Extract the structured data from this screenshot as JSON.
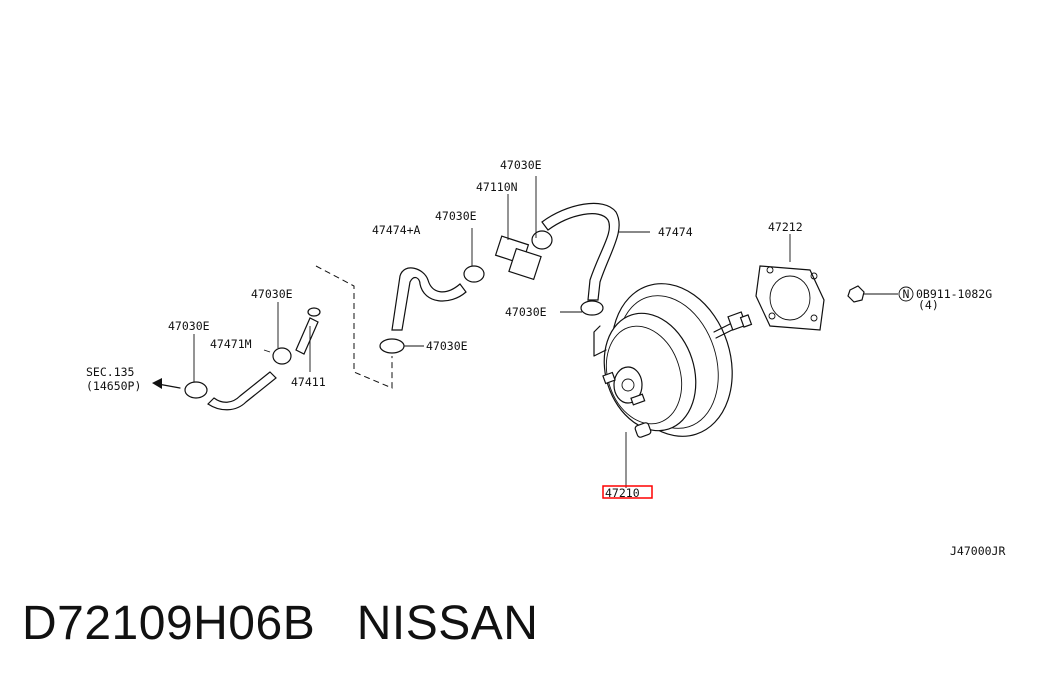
{
  "labels": {
    "p47030E_top": "47030E",
    "p47110N": "47110N",
    "p47030E_mid": "47030E",
    "p47474A": "47474+A",
    "p47474": "47474",
    "p47212": "47212",
    "p47030E_left": "47030E",
    "p47030E_far": "47030E",
    "p47471M": "47471M",
    "p47411": "47411",
    "p47030E_bot": "47030E",
    "p47030E_right": "47030E",
    "nut": "0B911-1082G",
    "nut_qty": "(4)",
    "nut_symbol": "N",
    "sec_line1": "SEC.135",
    "sec_line2": "(14650P)",
    "highlighted_part": "47210",
    "diagram_code": "J47000JR"
  },
  "caption": "D72109H06B   NISSAN",
  "colors": {
    "highlight": "#ff0000",
    "line": "#111111"
  }
}
